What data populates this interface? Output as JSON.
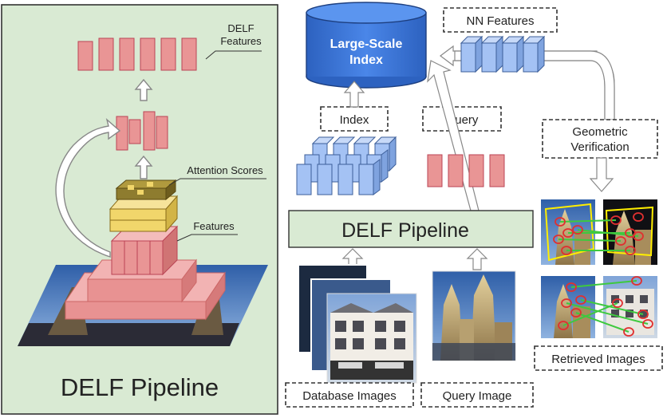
{
  "left_panel": {
    "title": "DELF Pipeline",
    "labels": {
      "delf_features_line1": "DELF",
      "delf_features_line2": "Features",
      "attention_scores": "Attention Scores",
      "features": "Features"
    }
  },
  "right_panel": {
    "index_label_line1": "Large-Scale",
    "index_label_line2": "Index",
    "nn_features": "NN Features",
    "index": "Index",
    "query": "Query",
    "geometric_verification_line1": "Geometric",
    "geometric_verification_line2": "Verification",
    "delf_pipeline": "DELF Pipeline",
    "database_images": "Database Images",
    "query_image": "Query Image",
    "retrieved_images": "Retrieved Images"
  },
  "colors": {
    "panel_green": "#d9ead3",
    "pink_block": "#e99595",
    "blue_block": "#a4c2f4",
    "index_blue": "#3c78d8",
    "yellow_block": "#f1d66b",
    "olive_block": "#8e7c2f",
    "match_green": "#3ec93e",
    "match_red": "#e03030",
    "verify_yellow": "#ffee00"
  }
}
